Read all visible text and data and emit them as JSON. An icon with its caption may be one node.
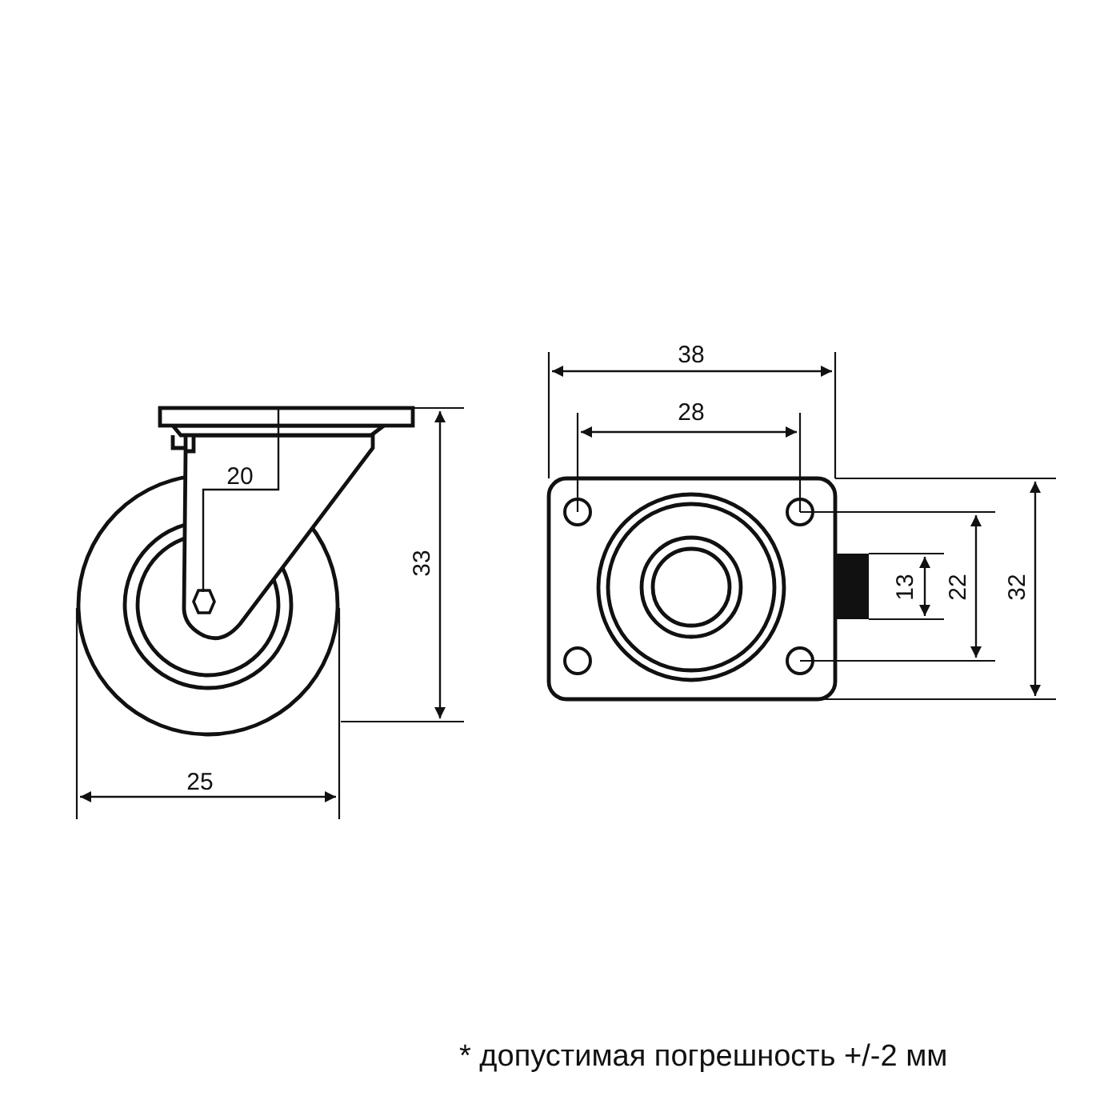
{
  "diagram": {
    "labels": [
      "38",
      "28",
      "20",
      "33",
      "13",
      "22",
      "32",
      "25",
      "* допустимая погрешность +/-2 мм"
    ]
  }
}
